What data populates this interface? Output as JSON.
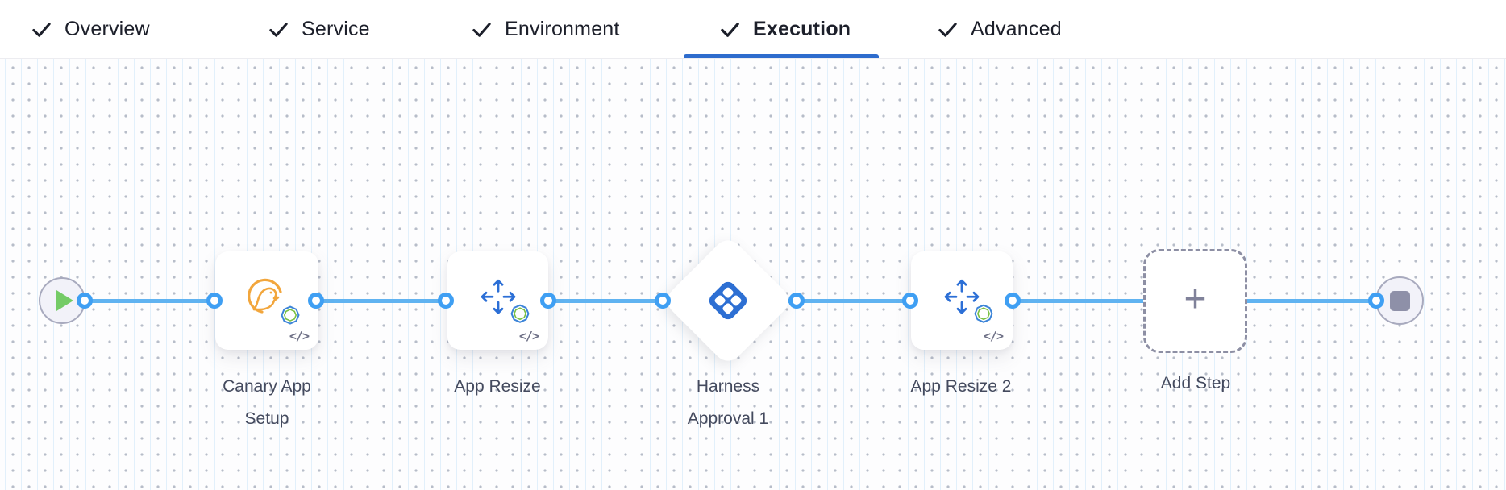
{
  "header": {
    "tabs": [
      {
        "label": "Overview",
        "checked": true,
        "active": false
      },
      {
        "label": "Service",
        "checked": true,
        "active": false
      },
      {
        "label": "Environment",
        "checked": true,
        "active": false
      },
      {
        "label": "Execution",
        "checked": true,
        "active": true
      },
      {
        "label": "Advanced",
        "checked": true,
        "active": false
      }
    ],
    "active_tab": "Execution"
  },
  "pipeline": {
    "nodes": [
      {
        "id": "start",
        "type": "start",
        "icon": "play-icon"
      },
      {
        "id": "canary-app-setup",
        "type": "step",
        "label": "Canary App Setup",
        "icon": "canary-bird-icon",
        "code_badge": "</>"
      },
      {
        "id": "app-resize",
        "type": "step",
        "label": "App Resize",
        "icon": "resize-arrows-icon",
        "code_badge": "</>"
      },
      {
        "id": "harness-approval-1",
        "type": "approval-diamond",
        "label": "Harness Approval 1",
        "icon": "harness-logo-icon"
      },
      {
        "id": "app-resize-2",
        "type": "step",
        "label": "App Resize 2",
        "icon": "resize-arrows-icon",
        "code_badge": "</>"
      },
      {
        "id": "add-step",
        "type": "add-step",
        "label": "Add Step",
        "plus": "+"
      },
      {
        "id": "end",
        "type": "end",
        "icon": "stop-icon"
      }
    ]
  },
  "colors": {
    "tab_underline": "#2e6ccd",
    "flow_line": "#60b3f1",
    "port_ring": "#3f9ff3",
    "harness_logo_blue": "#2d6fd3",
    "resize_arrow_blue": "#2c6fd6",
    "canary_orange": "#f2a63c",
    "play_green": "#74cb66",
    "node_fill": "#f2f2f9",
    "node_border": "#a8aabe",
    "label_text": "#444a5e"
  }
}
